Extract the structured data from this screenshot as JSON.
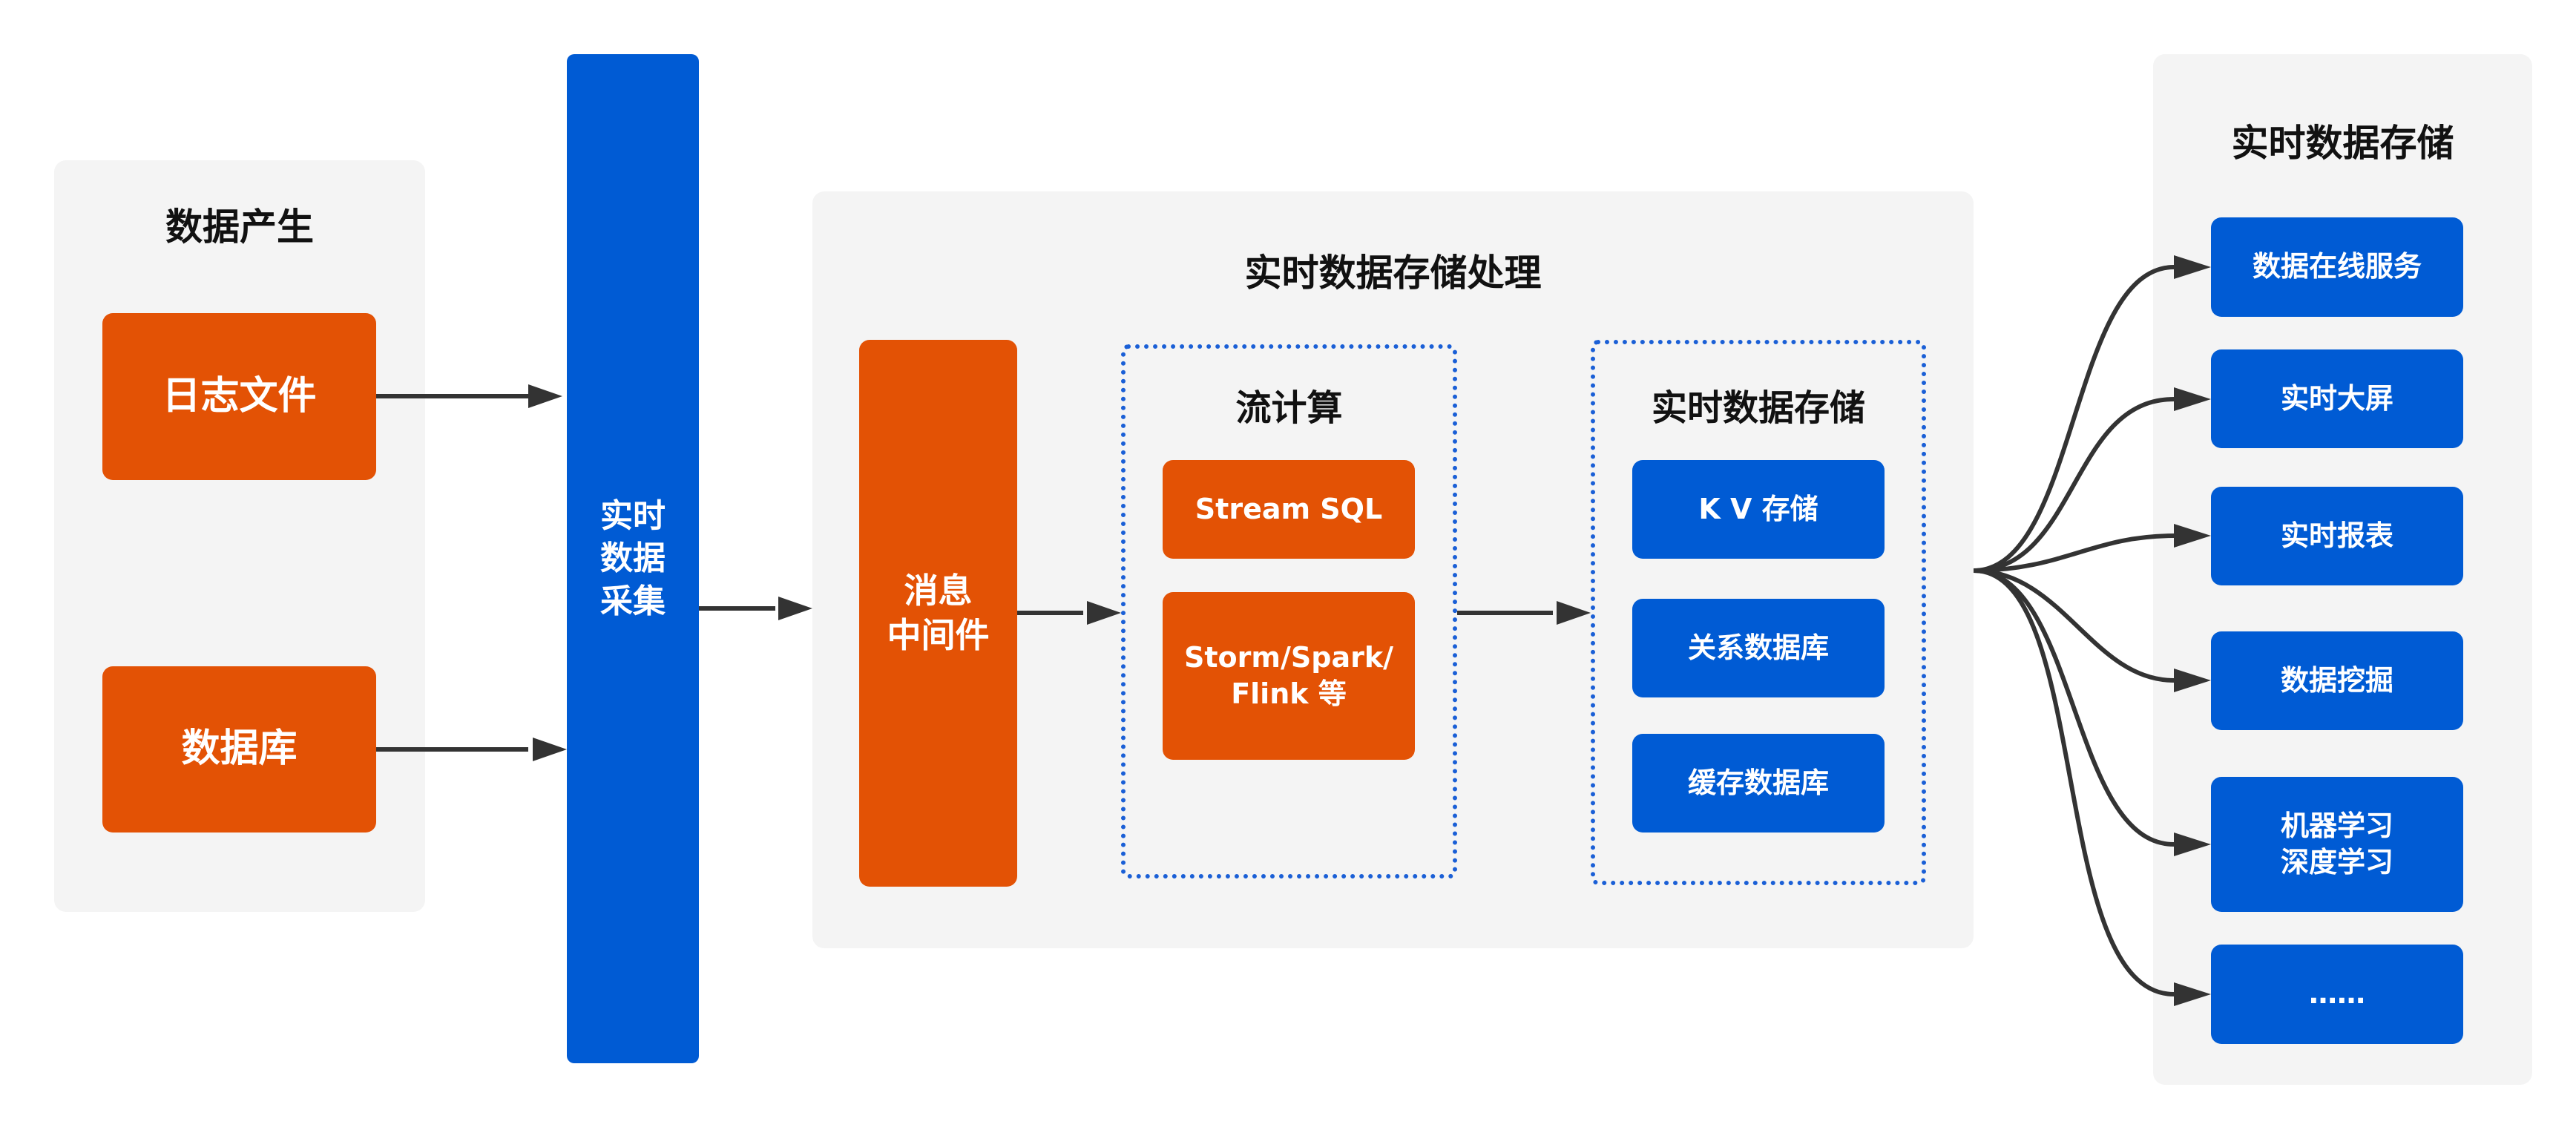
{
  "source": {
    "title": "数据产生",
    "items": [
      "日志文件",
      "数据库"
    ]
  },
  "collection": {
    "label": "实时\n数据\n采集"
  },
  "processing": {
    "title": "实时数据存储处理",
    "middleware": "消息\n中间件",
    "stream": {
      "title": "流计算",
      "items": [
        "Stream SQL",
        "Storm/Spark/\nFlink 等"
      ]
    },
    "storage": {
      "title": "实时数据存储",
      "items": [
        "K V 存储",
        "关系数据库",
        "缓存数据库"
      ]
    }
  },
  "output": {
    "title": "实时数据存储",
    "items": [
      "数据在线服务",
      "实时大屏",
      "实时报表",
      "数据挖掘",
      "机器学习\n深度学习",
      "……"
    ]
  },
  "colors": {
    "orange": "#e35205",
    "blue": "#005bd4",
    "panel": "#f4f4f4",
    "arrow": "#333333",
    "dashed_border": "#1a5fd6"
  }
}
